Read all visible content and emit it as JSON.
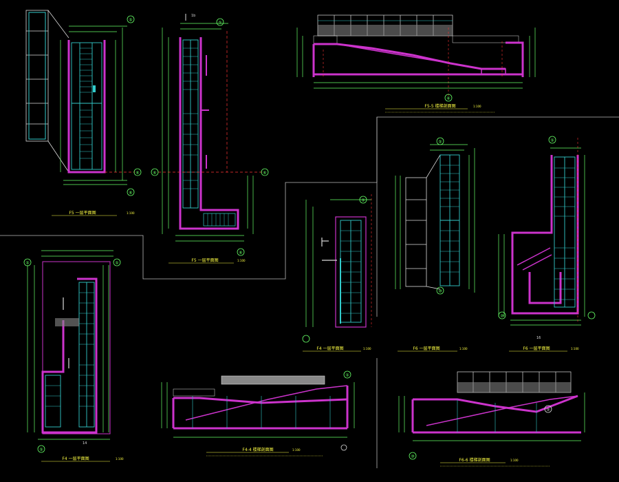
{
  "sheet": {
    "colors": {
      "background": "#000000",
      "wall": "#cc33cc",
      "stair": "#33cccc",
      "dimension": "#66ff66",
      "text": "#ffff44",
      "axis": "#ff3333",
      "grid_white": "#dddddd",
      "roof_fill": "#888888"
    },
    "views": [
      {
        "id": "f5-1st",
        "caption": "F5 一层平面图",
        "scale": "1:100",
        "axis_top": "⑤",
        "axis_right": "⑥",
        "axis_bottom": "⑥"
      },
      {
        "id": "f5-2nd",
        "caption": "F5 一层平面图",
        "scale": "1:100",
        "axis_top": "⑤",
        "axis_left": "⑥",
        "axis_right": "⑥",
        "axis_bottom": "⑥",
        "section_mark": "1b"
      },
      {
        "id": "f5-sec",
        "caption": "F5-5 楼梯剖面图",
        "scale": "1:100",
        "axis_bottom": "⑥"
      },
      {
        "id": "f4-1st",
        "caption": "F4 一层平面图",
        "scale": "1:100",
        "axis_top": "⑤"
      },
      {
        "id": "f6-1st",
        "caption": "F6 一层平面图",
        "scale": "1:100",
        "axis_top": "⑤",
        "axis_bottom": "⑩"
      },
      {
        "id": "f6-2nd",
        "caption": "F6 一层平面图",
        "scale": "1:100",
        "axis_top": "⑤",
        "axis_bottom": "⑩",
        "section_mark": "16"
      },
      {
        "id": "f4-plan",
        "caption": "F4 一层平面图",
        "scale": "1:100",
        "axis_top": "⑤",
        "axis_right": "⑤",
        "axis_bottom": "⑤",
        "section_mark": "14"
      },
      {
        "id": "f4-sec",
        "caption": "F4-4 楼梯剖面图",
        "scale": "1:100",
        "section_mark": "⑤"
      },
      {
        "id": "f6-sec",
        "caption": "F6-6 楼梯剖面图",
        "scale": "1:100",
        "axis_bottom": "⑩",
        "section_mark": "⑤"
      }
    ]
  }
}
